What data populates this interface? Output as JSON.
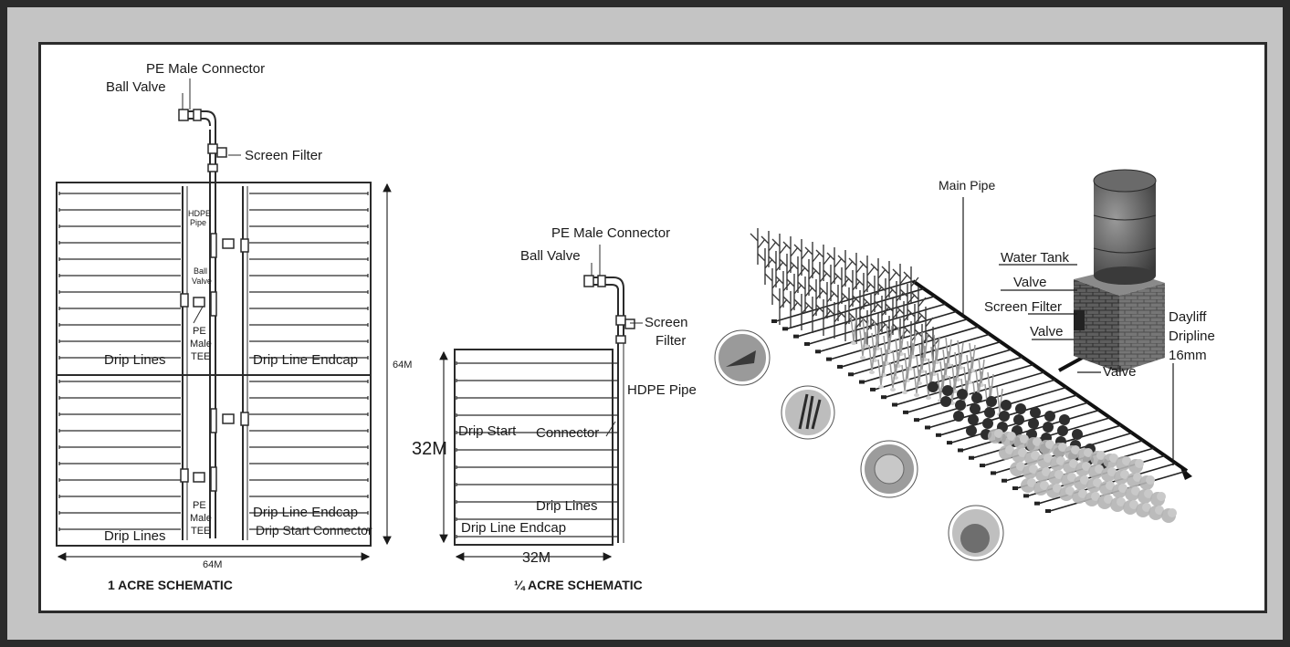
{
  "one_acre": {
    "title": "1 ACRE SCHEMATIC",
    "labels": {
      "pe_male_connector": "PE Male Connector",
      "ball_valve": "Ball Valve",
      "screen_filter": "Screen Filter",
      "hdpe_pipe": [
        "HDPE",
        "Pipe"
      ],
      "ball_valve_inner": [
        "Ball",
        "Valve"
      ],
      "pe_male_tee": [
        "PE",
        "Male",
        "TEE"
      ],
      "drip_lines": "Drip Lines",
      "drip_line_endcap": "Drip Line Endcap",
      "drip_start_connector": "Drip Start Connector",
      "dimension_height": "64M",
      "dimension_width": "64M"
    }
  },
  "quarter_acre": {
    "title": "¼ ACRE SCHEMATIC",
    "labels": {
      "pe_male_connector": "PE Male Connector",
      "ball_valve": "Ball Valve",
      "screen_filter": [
        "Screen",
        "Filter"
      ],
      "hdpe_pipe": "HDPE Pipe",
      "drip_start": "Drip Start",
      "connector": "Connector",
      "drip_lines": "Drip Lines",
      "drip_line_endcap": "Drip Line Endcap",
      "dimension_height": "32M",
      "dimension_width": "32M"
    }
  },
  "illustration": {
    "labels": {
      "main_pipe": "Main Pipe",
      "water_tank": "Water Tank",
      "valve_1": "Valve",
      "screen_filter": "Screen Filter",
      "valve_2": "Valve",
      "valve_3": "Valve",
      "dripline": [
        "Dayliff",
        "Dripline",
        "16mm"
      ]
    }
  },
  "colors": {
    "frame": "#2b2b2b",
    "border": "#c4c4c4",
    "panel": "#ffffff",
    "ink": "#1a1a1a"
  }
}
